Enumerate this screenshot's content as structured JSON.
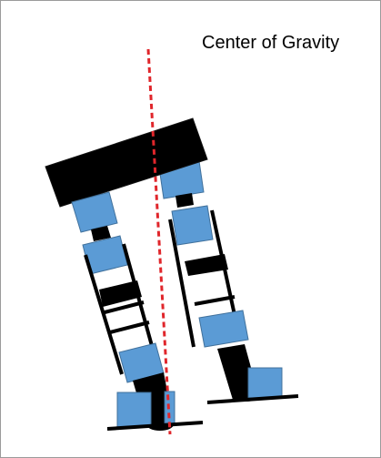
{
  "diagram": {
    "title": "Center of Gravity",
    "colors": {
      "segment_blue": "#5b9bd5",
      "segment_outline": "#41719c",
      "body_black": "#000000",
      "gravity_line": "#e0262b",
      "frame_border": "#9a9a9a",
      "background": "#ffffff"
    },
    "gravity_line_style": "dashed",
    "parts": {
      "torso": "black rectangular body block",
      "legs": [
        "left-leg",
        "right-leg"
      ],
      "feet": [
        "left-foot",
        "right-foot"
      ]
    }
  }
}
